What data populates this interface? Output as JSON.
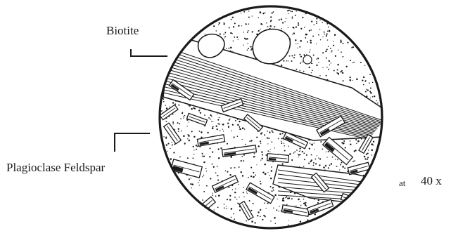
{
  "labels": {
    "biotite": "Biotite",
    "plagioclase": "Plagioclase Feldspar",
    "magnification_prefix": "at",
    "magnification_value": "40 x"
  },
  "colors": {
    "ink": "#1a1a1a",
    "background": "#ffffff"
  },
  "icons": {
    "biotite_leader": "l-shaped-leader-line",
    "plagioclase_leader": "l-shaped-leader-line",
    "view": "circular-microscope-field"
  }
}
